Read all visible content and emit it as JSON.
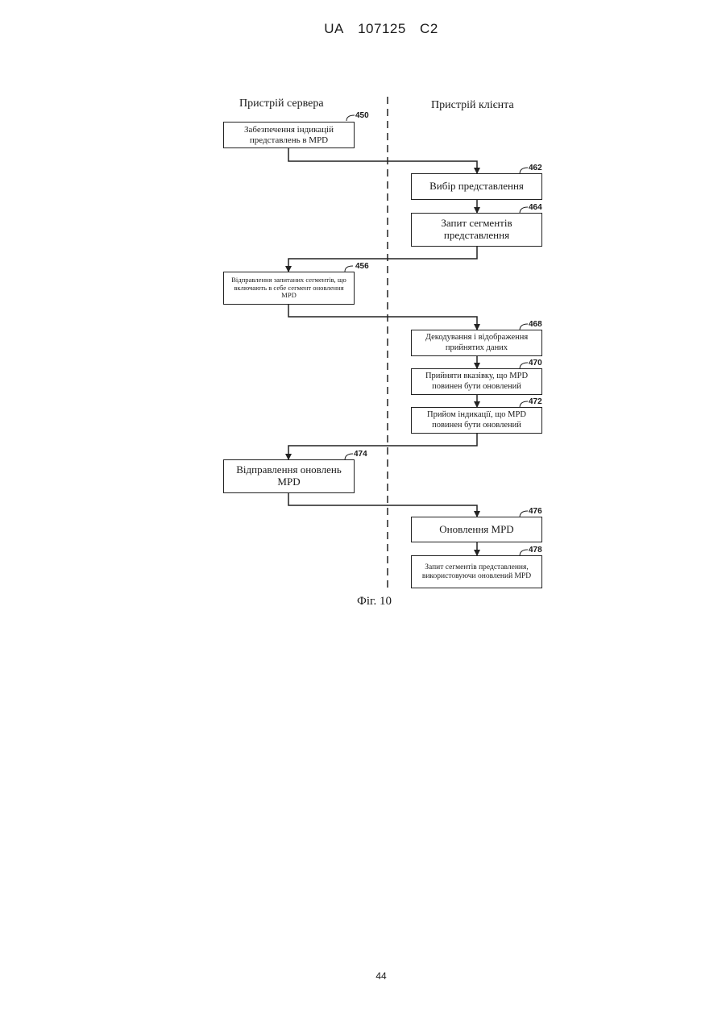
{
  "header": {
    "country": "UA",
    "number": "107125",
    "kind": "C2"
  },
  "columns": {
    "server": "Пристрій сервера",
    "client": "Пристрій клієнта"
  },
  "steps": [
    {
      "ref": "450",
      "side": "server",
      "text": "Забезпечення індикацій представлень в MPD"
    },
    {
      "ref": "462",
      "side": "client",
      "text": "Вибір представлення"
    },
    {
      "ref": "464",
      "side": "client",
      "text": "Запит сегментів представлення"
    },
    {
      "ref": "456",
      "side": "server",
      "text": "Відправлення запитаних сегментів, що включають в себе сегмент оновлення MPD"
    },
    {
      "ref": "468",
      "side": "client",
      "text": "Декодування і відображення прийнятих даних"
    },
    {
      "ref": "470",
      "side": "client",
      "text": "Прийняти вказівку, що MPD повинен бути оновлений"
    },
    {
      "ref": "472",
      "side": "client",
      "text": "Прийом індикації, що MPD повинен бути оновлений"
    },
    {
      "ref": "474",
      "side": "server",
      "text": "Відправлення оновлень MPD"
    },
    {
      "ref": "476",
      "side": "client",
      "text": "Оновлення MPD"
    },
    {
      "ref": "478",
      "side": "client",
      "text": "Запит сегментів представлення, використовуючи оновлений MPD"
    }
  ],
  "caption": "Фіг. 10",
  "page_number": "44"
}
